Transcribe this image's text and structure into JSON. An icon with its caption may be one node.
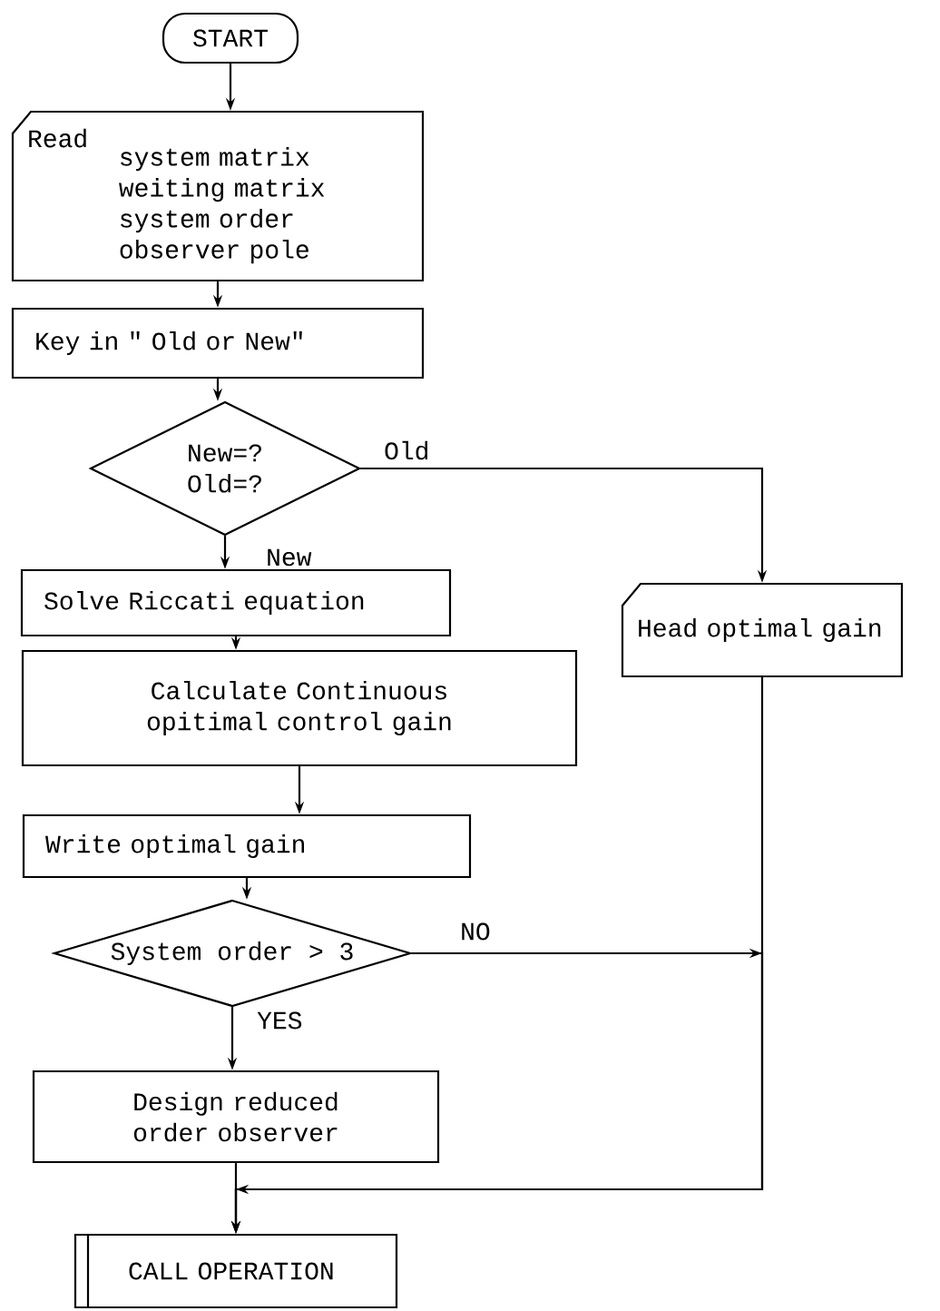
{
  "diagram": {
    "nodes": [
      {
        "text": [
          "START"
        ]
      },
      {
        "text": [
          "Read",
          "system matrix weiting matrix system order observer pole"
        ]
      },
      {
        "text": [
          "Key in \" Old or New\""
        ]
      },
      {
        "text": [
          "New=? Old=?"
        ]
      },
      {
        "text": [
          "Solve Riccati equation"
        ]
      },
      {
        "text": [
          "Calculate Continuous opitimal control gain"
        ]
      },
      {
        "text": [
          "Write optimal gain"
        ]
      },
      {
        "text": [
          "System order > 3"
        ]
      },
      {
        "text": [
          "Design reduced order observer"
        ]
      },
      {
        "text": [
          "CALL OPERATION"
        ]
      },
      {
        "text": [
          "Head optimal gain"
        ]
      }
    ],
    "edges": [
      {
        "from": 0,
        "to": 1,
        "arrow": "to"
      },
      {
        "from": 1,
        "to": 2,
        "arrow": "to"
      },
      {
        "from": 2,
        "to": 3,
        "arrow": "to"
      },
      {
        "from": 3,
        "to": 4,
        "arrow": "to",
        "label": "New"
      },
      {
        "from": 3,
        "to": 10,
        "arrow": "to",
        "label": "Old"
      },
      {
        "from": 4,
        "to": 5,
        "arrow": "to"
      },
      {
        "from": 5,
        "to": 6,
        "arrow": "to"
      },
      {
        "from": 6,
        "to": 7,
        "arrow": "to"
      },
      {
        "from": 7,
        "to": 8,
        "arrow": "to",
        "label": "YES"
      },
      {
        "from": 7,
        "to": 9,
        "arrow": "to",
        "label": "NO"
      },
      {
        "from": 8,
        "to": 9,
        "arrow": "to"
      },
      {
        "from": 10,
        "to": 9,
        "arrow": "to"
      }
    ]
  }
}
